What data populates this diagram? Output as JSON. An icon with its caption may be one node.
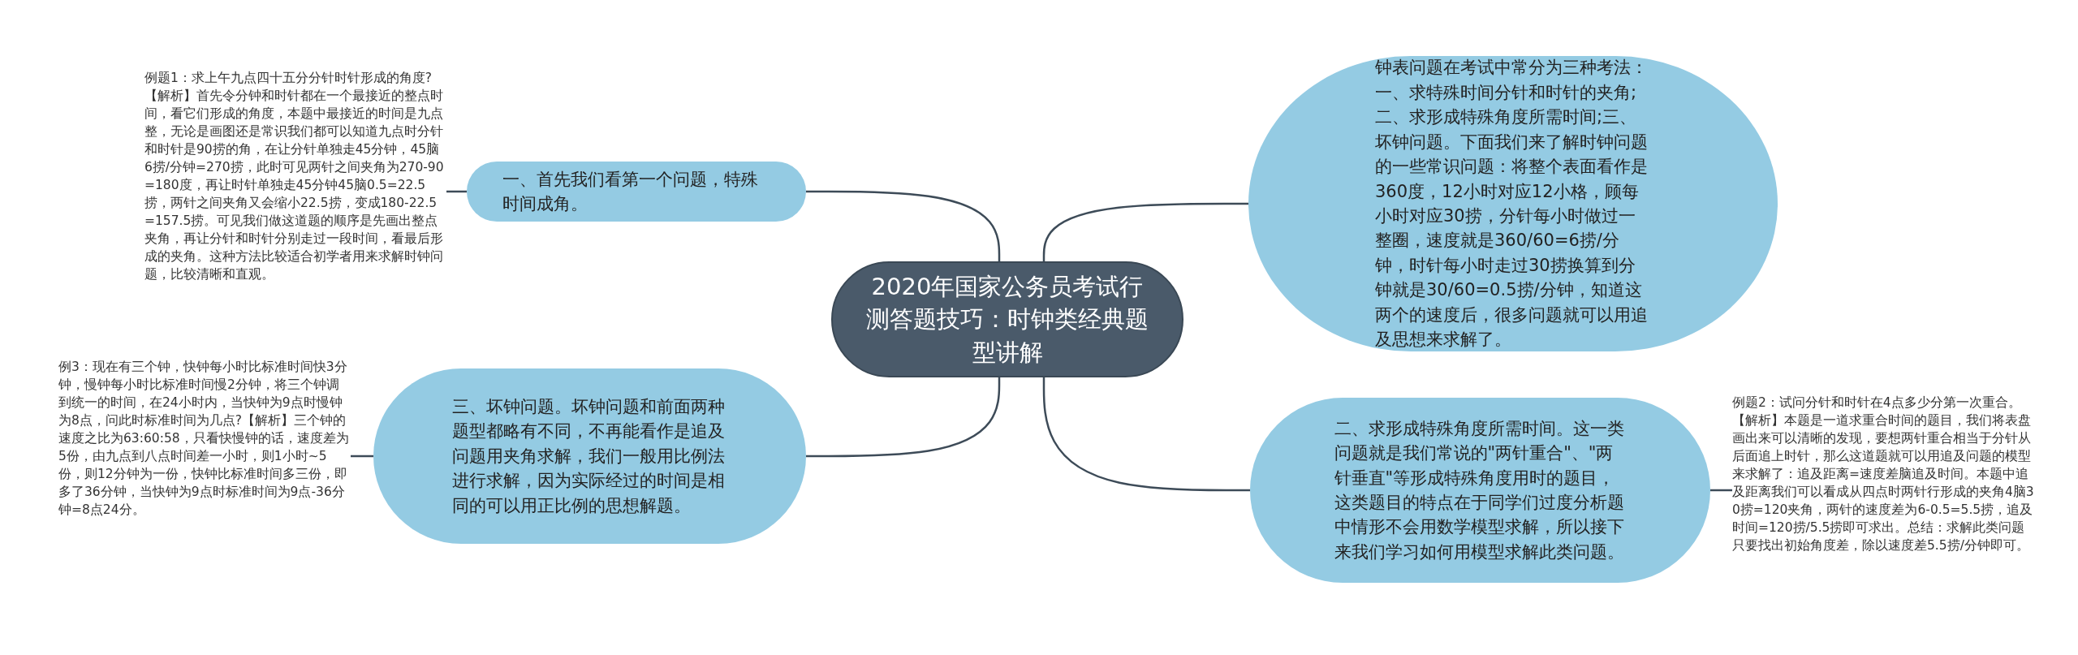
{
  "diagram": {
    "nodes": [
      {
        "text": [
          "2020年国家公务员考试行测答题技巧：时钟类经典题型讲解"
        ]
      },
      {
        "text": [
          "一、首先我们看第一个问题，特殊时间成角。"
        ]
      },
      {
        "text": [
          "例题1：求上午九点四十五分分针时针形成的角度?【解析】首先令分钟和时针都在一个最接近的整点时间，看它们形成的角度，本题中最接近的时间是九点整，无论是画图还是常识我们都可以知道九点时分针和时针是90捞的角，在让分针单独走45分钟，45脑6捞/分钟=270捞，此时可见两针之间夹角为270-90=180度，再让时针单独走45分钟45脑0.5=22.5捞，两针之间夹角又会缩小22.5捞，变成180-22.5=157.5捞。可见我们做这道题的顺序是先画出整点夹角，再让分针和时针分别走过一段时间，看最后形成的夹角。这种方法比较适合初学者用来求解时钟问题，比较清晰和直观。"
        ]
      },
      {
        "text": [
          "三、坏钟问题。坏钟问题和前面两种题型都略有不同，不再能看作是追及问题用夹角求解，我们一般用比例法进行求解，因为实际经过的时间是相同的可以用正比例的思想解题。"
        ]
      },
      {
        "text": [
          "例3：现在有三个钟，快钟每小时比标准时间快3分钟，慢钟每小时比标准时间慢2分钟，将三个钟调到统一的时间，在24小时内，当快钟为9点时慢钟为8点，问此时标准时间为几点?【解析】三个钟的速度之比为63:60:58，只看快慢钟的话，速度差为5份，由九点到八点时间差一小时，则1小时~5份，则12分钟为一份，快钟比标准时间多三份，即多了36分钟，当快钟为9点时标准时间为9点-36分钟=8点24分。"
        ]
      },
      {
        "text": [
          "钟表问题在考试中常分为三种考法：一、求特殊时间分针和时针的夹角;二、求形成特殊角度所需时间;三、坏钟问题。下面我们来了解时钟问题的一些常识问题：将整个表面看作是360度，12小时对应12小格，顾每小时对应30捞，分针每小时做过一整圈，速度就是360/60=6捞/分钟，时针每小时走过30捞换算到分钟就是30/60=0.5捞/分钟，知道这两个的速度后，很多问题就可以用追及思想来求解了。"
        ]
      },
      {
        "text": [
          "二、求形成特殊角度所需时间。这一类问题就是我们常说的\"两针重合\"、\"两针垂直\"等形成特殊角度用时的题目，这类题目的特点在于同学们过度分析题中情形不会用数学模型求解，所以接下来我们学习如何用模型求解此类问题。"
        ]
      },
      {
        "text": [
          "例题2：试问分针和时针在4点多少分第一次重合。【解析】本题是一道求重合时间的题目，我们将表盘画出来可以清晰的发现，要想两针重合相当于分针从后面追上时针，那么这道题就可以用追及问题的模型来求解了：追及距离=速度差脑追及时间。本题中追及距离我们可以看成从四点时两针行形成的夹角4脑30捞=120夹角，两针的速度差为6-0.5=5.5捞，追及时间=120捞/5.5捞即可求出。总结：求解此类问题只要找出初始角度差，除以速度差5.5捞/分钟即可。"
        ]
      }
    ],
    "edges": [
      {
        "from": 0,
        "to": 1,
        "arrow": "none"
      },
      {
        "from": 1,
        "to": 2,
        "arrow": "none"
      },
      {
        "from": 0,
        "to": 3,
        "arrow": "none"
      },
      {
        "from": 3,
        "to": 4,
        "arrow": "none"
      },
      {
        "from": 0,
        "to": 5,
        "arrow": "none"
      },
      {
        "from": 0,
        "to": 6,
        "arrow": "none"
      },
      {
        "from": 6,
        "to": 7,
        "arrow": "none"
      }
    ]
  }
}
